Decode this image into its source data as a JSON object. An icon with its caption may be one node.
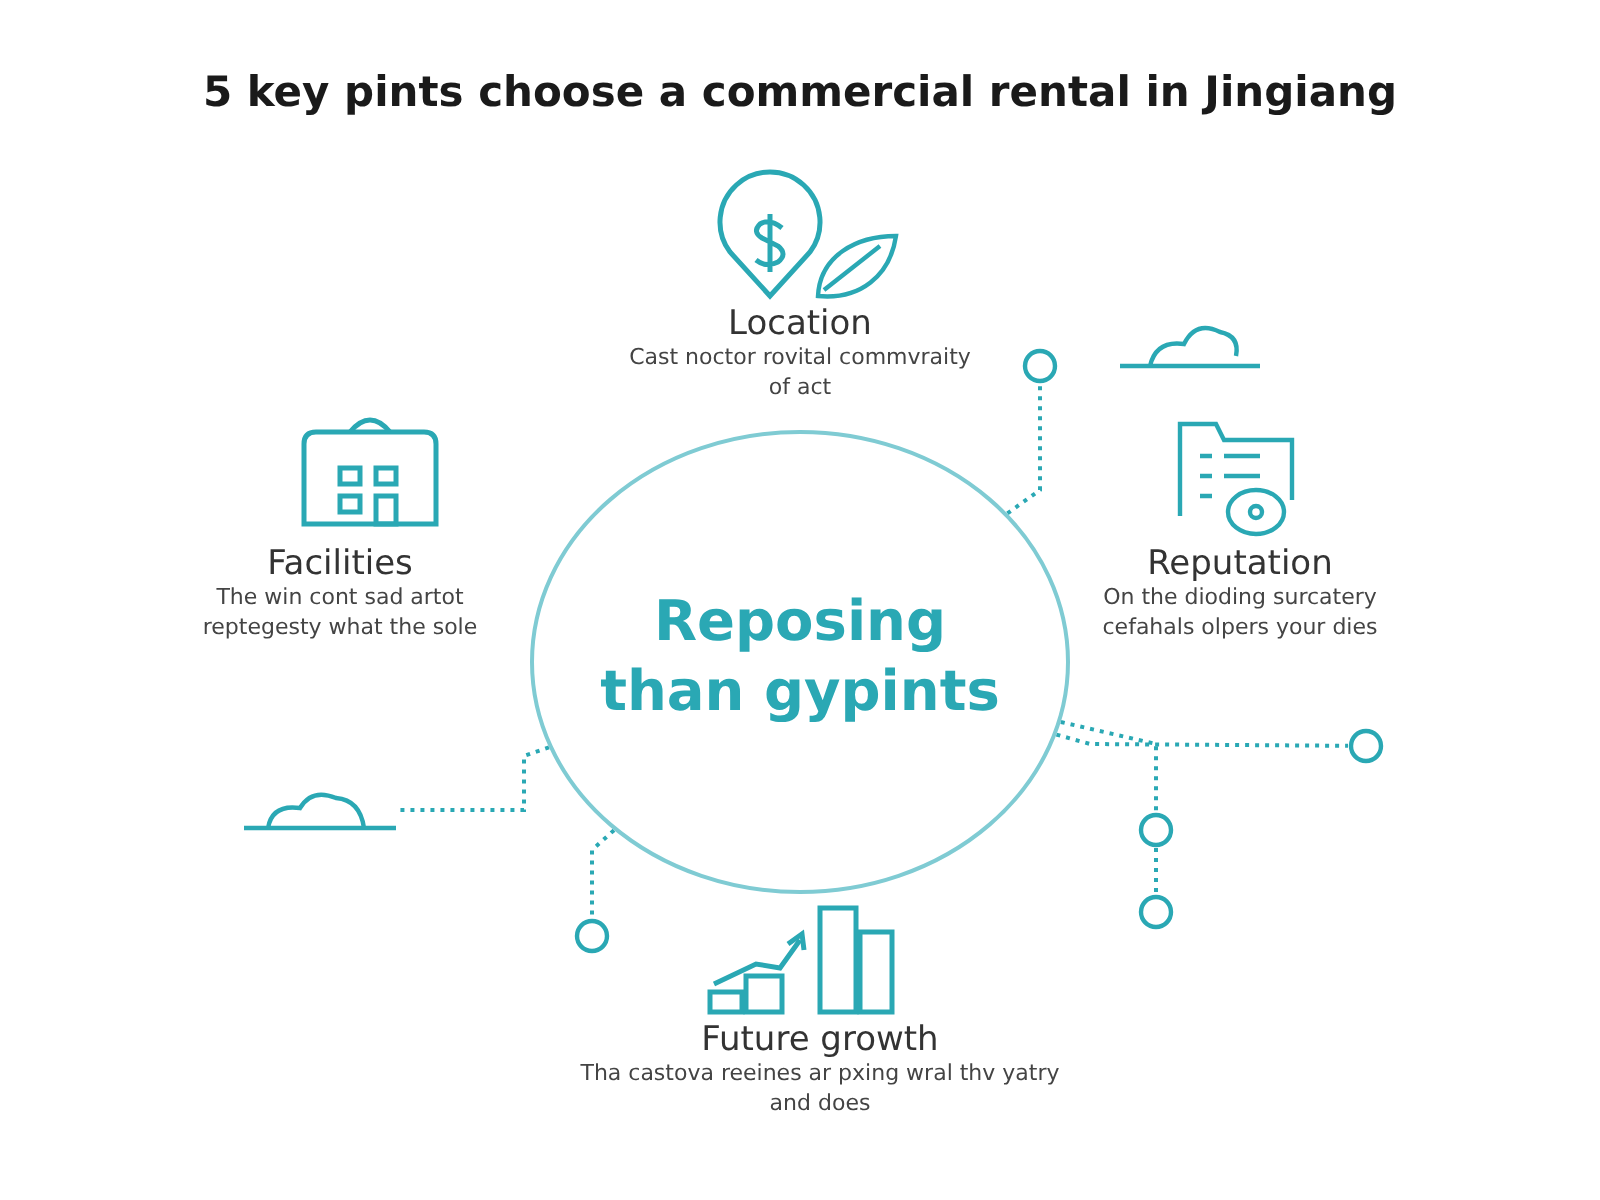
{
  "diagram": {
    "title": "5 key pints choose a commercial rental in Jingiang",
    "nodes": [
      {
        "text": [
          "Location",
          "Cast noctor rovital commvraity of act"
        ]
      },
      {
        "text": [],
        "shape": "circle"
      },
      {
        "text": [
          "Facilities",
          "The win cont sad artot reptegesty what the sole"
        ]
      },
      {
        "text": [
          "Reposing than gypints"
        ]
      },
      {
        "text": [
          "Reputation",
          "On the dioding surcatery cefahals olpers your dies"
        ]
      },
      {
        "text": [],
        "shape": "circle"
      },
      {
        "text": [],
        "shape": "cloud"
      },
      {
        "text": [],
        "shape": "circle"
      },
      {
        "text": [],
        "shape": "circle"
      },
      {
        "text": [],
        "shape": "circle"
      },
      {
        "text": [
          "Future growth",
          "Tha castova reeines ar pxing wral thv yatry and does"
        ]
      }
    ],
    "edges": [
      {
        "from": 3,
        "to": 1,
        "arrow": "none",
        "style": "dashed"
      },
      {
        "from": 3,
        "to": 5,
        "arrow": "none",
        "style": "dashed"
      },
      {
        "from": 3,
        "to": 7,
        "arrow": "none",
        "style": "dashed"
      },
      {
        "from": 7,
        "to": 9,
        "arrow": "none",
        "style": "dashed"
      },
      {
        "from": 3,
        "to": 6,
        "arrow": "none",
        "style": "dashed"
      },
      {
        "from": 3,
        "to": 8,
        "arrow": "none",
        "style": "dashed"
      }
    ]
  }
}
